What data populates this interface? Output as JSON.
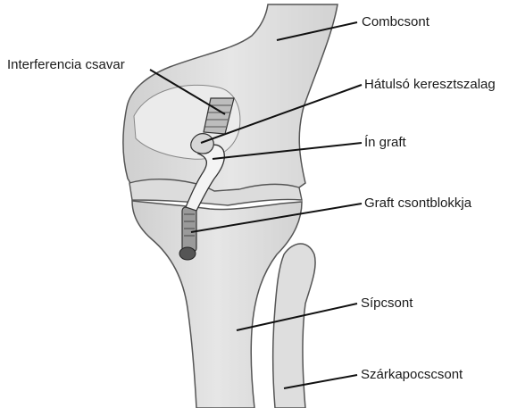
{
  "labels": {
    "femur": "Combcsont",
    "interference_screw": "Interferencia csavar",
    "pcl": "Hátulsó keresztszalag",
    "tendon_graft": "Ín graft",
    "graft_bone_block": "Graft csontblokkja",
    "tibia": "Sípcsont",
    "fibula": "Szárkapocscsont"
  },
  "colors": {
    "bone_fill": "#e2e2e2",
    "bone_shade": "#c8c8c8",
    "outline": "#555555",
    "leader_line": "#111111",
    "graft_fill": "#f4f4f4",
    "screw_fill": "#bdbdbd"
  }
}
